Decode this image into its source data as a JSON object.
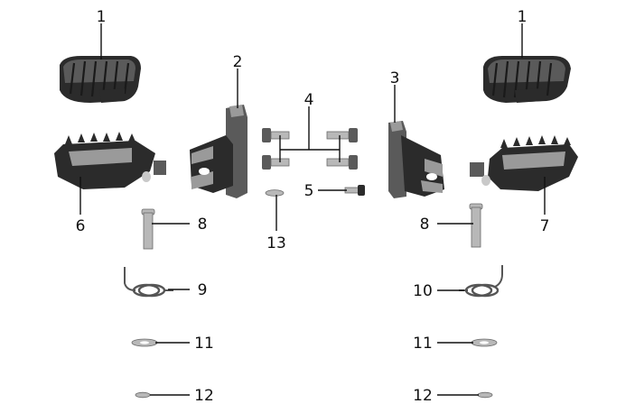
{
  "diagram": {
    "callouts": [
      {
        "id": "c1a",
        "text": "1"
      },
      {
        "id": "c1b",
        "text": "1"
      },
      {
        "id": "c2",
        "text": "2"
      },
      {
        "id": "c3",
        "text": "3"
      },
      {
        "id": "c4",
        "text": "4"
      },
      {
        "id": "c5",
        "text": "5"
      },
      {
        "id": "c6",
        "text": "6"
      },
      {
        "id": "c7",
        "text": "7"
      },
      {
        "id": "c8a",
        "text": "8"
      },
      {
        "id": "c8b",
        "text": "8"
      },
      {
        "id": "c9",
        "text": "9"
      },
      {
        "id": "c10",
        "text": "10"
      },
      {
        "id": "c11a",
        "text": "11"
      },
      {
        "id": "c11b",
        "text": "11"
      },
      {
        "id": "c12a",
        "text": "12"
      },
      {
        "id": "c12b",
        "text": "12"
      },
      {
        "id": "c13",
        "text": "13"
      }
    ]
  }
}
